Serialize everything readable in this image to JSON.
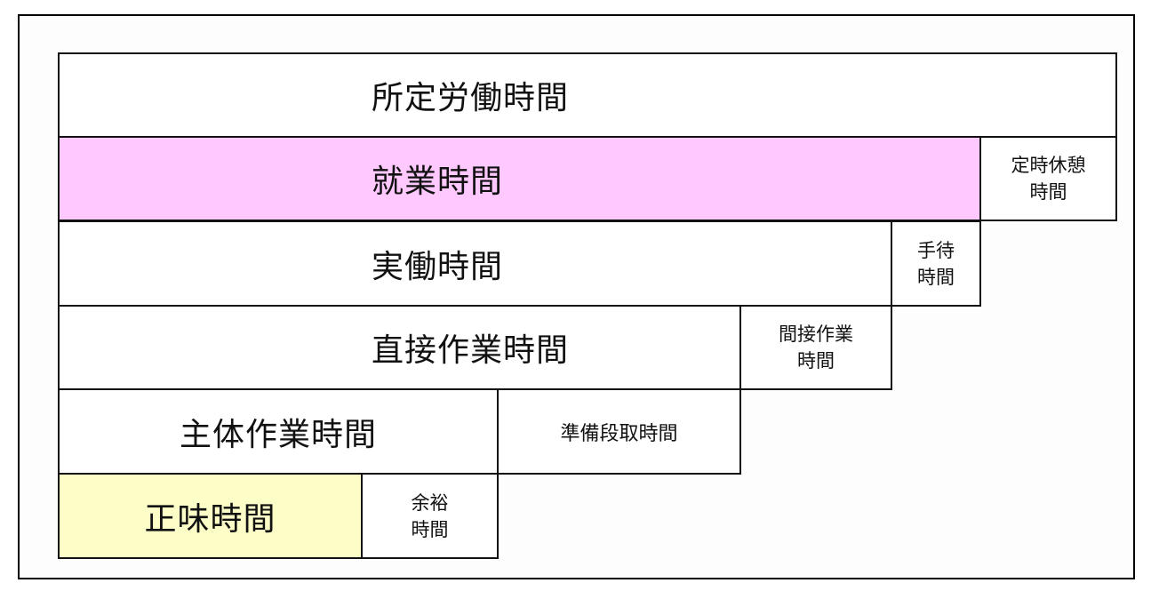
{
  "diagram": {
    "title": "",
    "colors": {
      "pink": "#ffc8ff",
      "yellow": "#fdfdc8",
      "border": "#111111"
    },
    "rows": [
      {
        "main": "所定労働時間",
        "side": null
      },
      {
        "main": "就業時間",
        "side": "定時休憩\n時間"
      },
      {
        "main": "実働時間",
        "side": "手待\n時間"
      },
      {
        "main": "直接作業時間",
        "side": "間接作業\n時間"
      },
      {
        "main": "主体作業時間",
        "side": "準備段取時間"
      },
      {
        "main": "正味時間",
        "side": "余裕\n時間"
      }
    ]
  }
}
